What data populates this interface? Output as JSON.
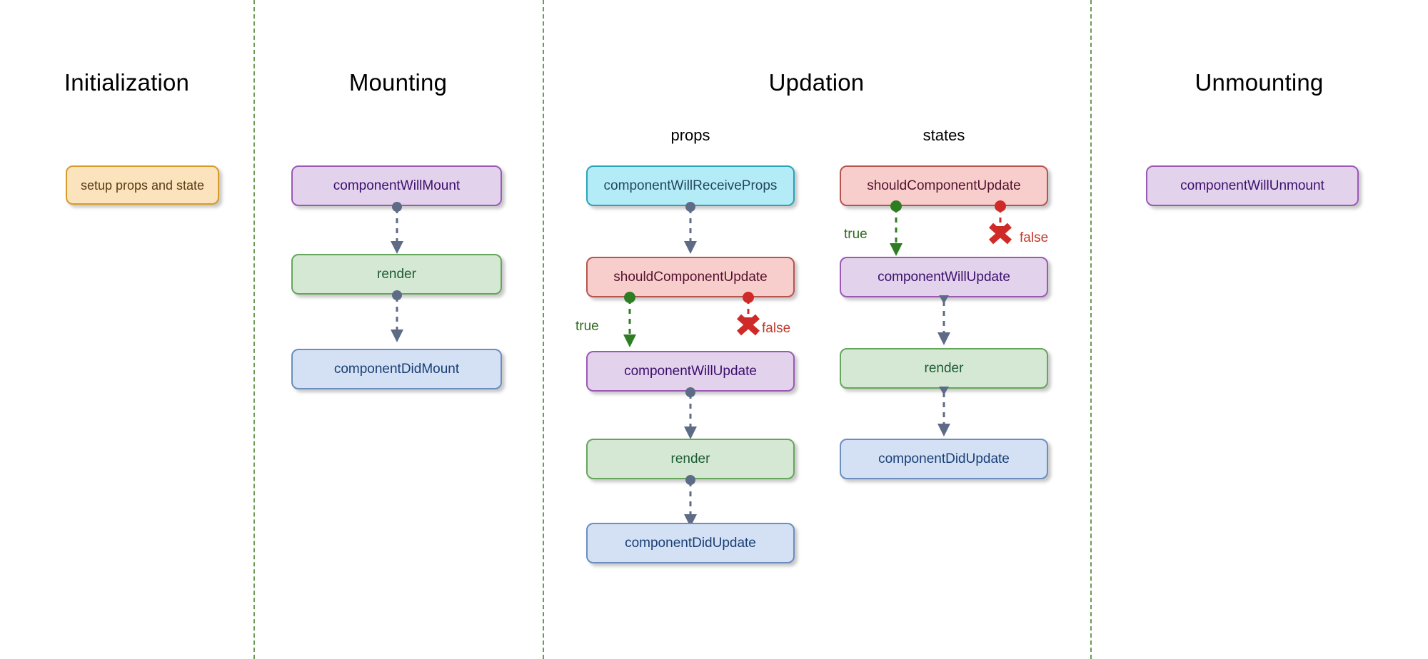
{
  "diagram": {
    "title_bar_columns": [
      {
        "id": "initialization",
        "label": "Initialization"
      },
      {
        "id": "mounting",
        "label": "Mounting"
      },
      {
        "id": "updation",
        "label": "Updation"
      },
      {
        "id": "unmounting",
        "label": "Unmounting"
      }
    ],
    "sub_titles": [
      {
        "id": "props",
        "label": "props"
      },
      {
        "id": "states",
        "label": "states"
      }
    ],
    "nodes": {
      "setup_props_and_state": "setup props and state",
      "component_will_mount": "componentWillMount",
      "render_mounting": "render",
      "component_did_mount": "componentDidMount",
      "component_will_receive_props": "componentWillReceiveProps",
      "should_component_update_props": "shouldComponentUpdate",
      "component_will_update_props": "componentWillUpdate",
      "render_props": "render",
      "component_did_update_props": "componentDidUpdate",
      "should_component_update_states": "shouldComponentUpdate",
      "component_will_update_states": "componentWillUpdate",
      "render_states": "render",
      "component_did_update_states": "componentDidUpdate",
      "component_will_unmount": "componentWillUnmount"
    },
    "branch_labels": {
      "props_true": "true",
      "props_false": "false",
      "states_true": "true",
      "states_false": "false"
    },
    "colors": {
      "orange_fill": "#fae3bd",
      "orange_border": "#d79b2a",
      "purple_fill": "#e3d2ec",
      "purple_border": "#9b59b6",
      "green_fill": "#d5e8d4",
      "green_border": "#66a65c",
      "blue_fill": "#d4e1f5",
      "blue_border": "#6c8ebf",
      "cyan_fill": "#b3ecf7",
      "cyan_border": "#2ba3b8",
      "pink_fill": "#f8cecc",
      "pink_border": "#b85450",
      "divider": "#4f8a36",
      "edge": "#5d6b87",
      "true_branch": "#2e7d22",
      "false_branch": "#c0392b"
    }
  }
}
